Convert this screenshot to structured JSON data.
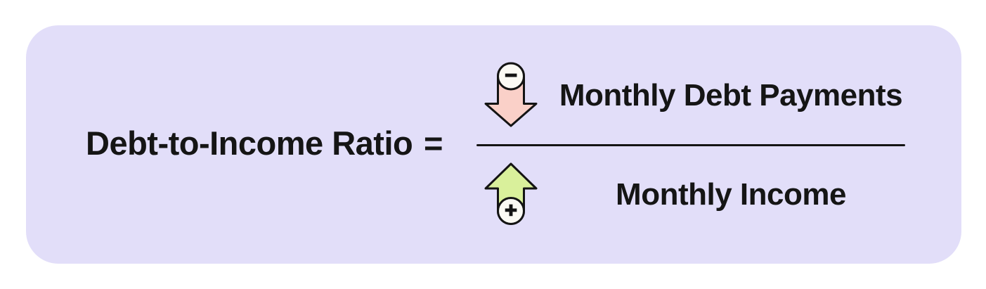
{
  "formula": {
    "title": "Debt-to-Income Ratio",
    "equals_sign": "=",
    "numerator": {
      "label": "Monthly Debt Payments"
    },
    "denominator": {
      "label": "Monthly Income"
    }
  },
  "icons": {
    "minus_badge": "−",
    "plus_badge": "+",
    "numerator_arrow": "arrow-down-icon",
    "denominator_arrow": "arrow-up-icon"
  },
  "colors": {
    "canvas_background": "#ffffff",
    "card_background": "#e2def9",
    "debt_arrow_fill": "#fad0c8",
    "income_arrow_fill": "#d9f09b",
    "badge_fill": "#fbfaf4",
    "outline": "#141414",
    "text": "#151515"
  }
}
